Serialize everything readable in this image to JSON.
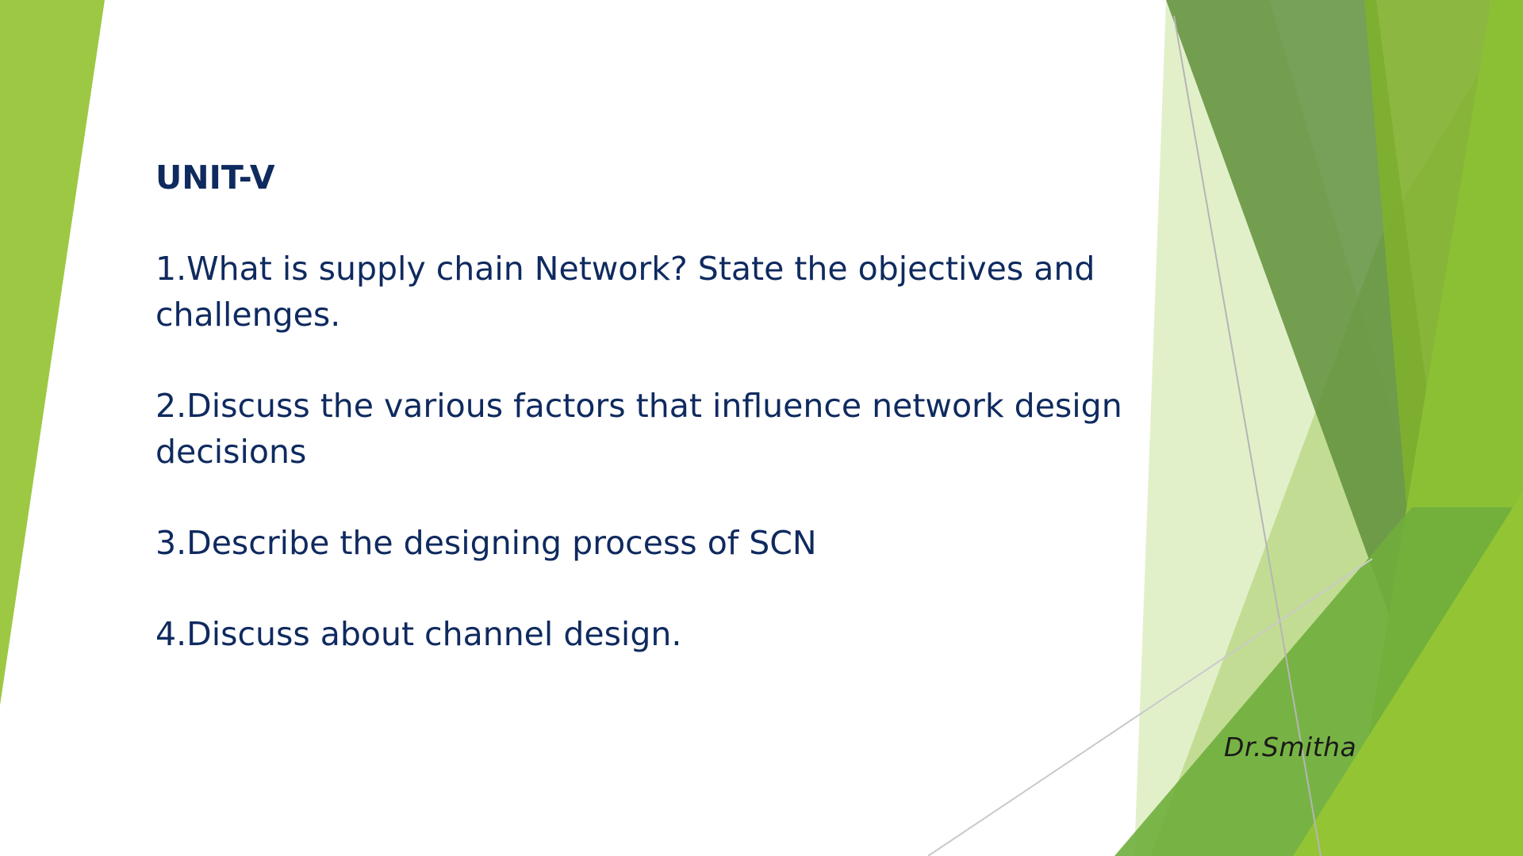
{
  "slide": {
    "title": "UNIT-V",
    "questions": [
      "1.What is supply chain Network? State the objectives and challenges.",
      "2.Discuss the various factors that influence network design decisions",
      "3.Describe the designing process of SCN",
      "4.Discuss about channel design."
    ],
    "author": "Dr.Smitha"
  },
  "colors": {
    "text": "#0f2a5f",
    "green_light": "#a3c94a",
    "green_mid": "#8cbc34",
    "green_dark": "#5c8f3a",
    "green_pale": "#dcebbf"
  }
}
